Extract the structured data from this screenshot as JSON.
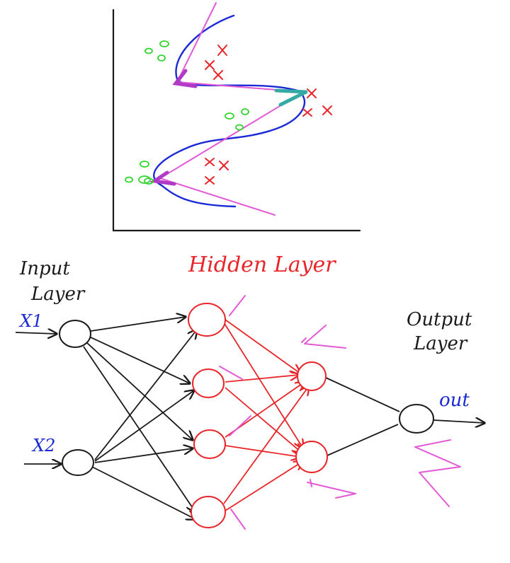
{
  "labels": {
    "input_layer_line1": "Input",
    "input_layer_line2": "Layer",
    "hidden_layer": "Hidden Layer",
    "output_layer_line1": "Output",
    "output_layer_line2": "Layer",
    "x1": "X1",
    "x2": "X2",
    "out": "out"
  },
  "colors": {
    "ink": "#1a1a1a",
    "blue": "#1a2ad6",
    "red": "#e8262a",
    "magenta": "#e25ad6",
    "purple": "#b039c6",
    "green": "#31d62f",
    "teal": "#35a9a6"
  }
}
